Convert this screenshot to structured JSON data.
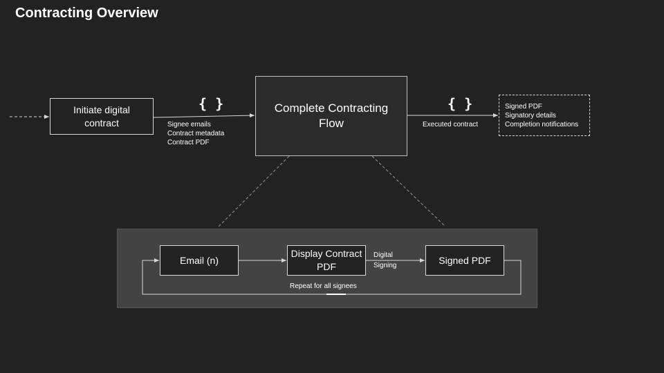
{
  "title": "Contracting Overview",
  "nodes": {
    "initiate": "Initiate digital contract",
    "complete_flow": "Complete Contracting Flow",
    "email": "Email (n)",
    "display": "Display Contract PDF",
    "signed": "Signed PDF"
  },
  "braces": {
    "inputs": "{ }",
    "outputs": "{ }"
  },
  "inputs": [
    "Signee emails",
    "Contract metadata",
    "Contract PDF"
  ],
  "executed_label": "Executed contract",
  "outputs": [
    "Signed PDF",
    "Signatory details",
    "Completion notifications"
  ],
  "digital_signing": [
    "Digital",
    "Signing"
  ],
  "repeat_label": "Repeat for all signees",
  "colors": {
    "background": "#222222",
    "panel": "#434343",
    "line": "#d9d9d9",
    "text": "#ffffff"
  }
}
